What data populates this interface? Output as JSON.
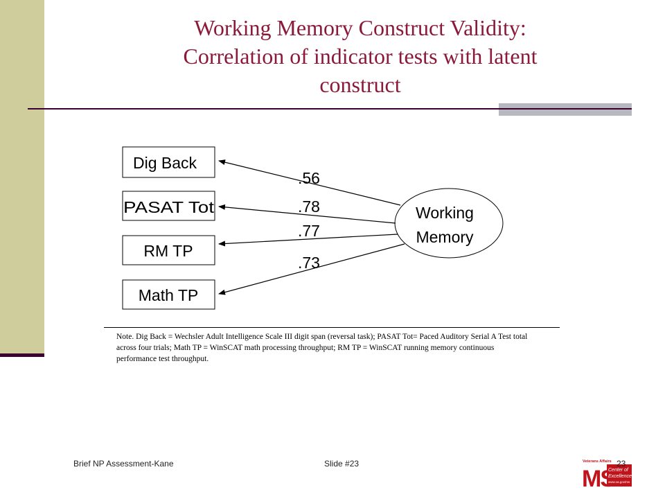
{
  "slide": {
    "title_lines": [
      "Working Memory Construct Validity:",
      "Correlation of indicator tests with latent",
      "construct"
    ],
    "footer_left": "Brief NP Assessment-Kane",
    "footer_mid": "Slide #23",
    "slide_number": "23"
  },
  "diagram": {
    "latent": {
      "line1": "Working",
      "line2": "Memory"
    },
    "indicators": [
      {
        "label": "Dig Back",
        "loading": ".56"
      },
      {
        "label": "PASAT Tot",
        "loading": ".78"
      },
      {
        "label": "RM TP",
        "loading": ".77"
      },
      {
        "label": "Math TP",
        "loading": ".73"
      }
    ]
  },
  "note": {
    "text": "Note.  Dig Back = Wechsler Adult Intelligence Scale III digit span (reversal task); PASAT Tot= Paced Auditory Serial A Test total across four trials; Math TP = WinSCAT math processing throughput; RM TP = WinSCAT running memory continuous performance test throughput."
  },
  "logo": {
    "top_text": "Veterans Affairs",
    "letters": "MS",
    "side_line1": "Center of",
    "side_line2": "Excellence",
    "side_line3": "www.va.gov/ms",
    "colors": {
      "red": "#c0141c",
      "white": "#ffffff"
    }
  },
  "colors": {
    "title": "#8b1a3a",
    "sidebar": "#cfcd9b",
    "rule": "#3a0030"
  }
}
